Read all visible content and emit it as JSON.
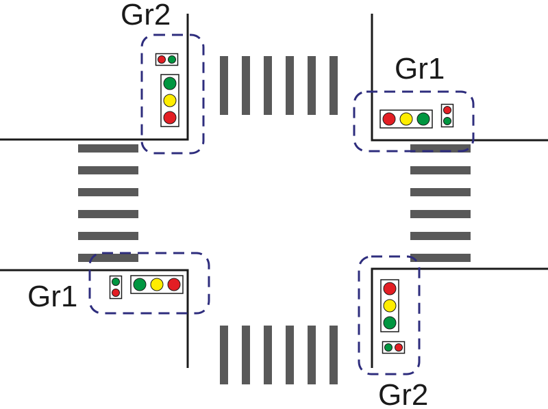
{
  "groups": {
    "top_left": {
      "label": "Gr2",
      "vehicle_signal": [
        "green",
        "yellow",
        "red"
      ],
      "pedestrian_signal": [
        "red",
        "green"
      ]
    },
    "top_right": {
      "label": "Gr1",
      "vehicle_signal": [
        "red",
        "yellow",
        "green"
      ],
      "pedestrian_signal": [
        "red",
        "green"
      ]
    },
    "bottom_left": {
      "label": "Gr1",
      "vehicle_signal": [
        "green",
        "yellow",
        "red"
      ],
      "pedestrian_signal": [
        "green",
        "red"
      ]
    },
    "bottom_right": {
      "label": "Gr2",
      "vehicle_signal": [
        "red",
        "yellow",
        "green"
      ],
      "pedestrian_signal": [
        "green",
        "red"
      ]
    }
  },
  "colors": {
    "red": "#e31e24",
    "yellow": "#ffed00",
    "green": "#009640",
    "crosswalk": "#595959",
    "road_edge": "#1a1a1a",
    "group_outline": "#2e2d7d"
  }
}
